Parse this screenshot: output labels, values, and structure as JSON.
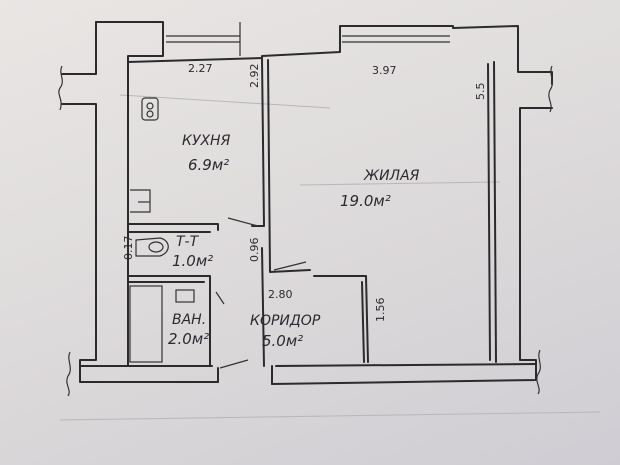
{
  "rooms": {
    "kitchen": {
      "name": "КУХНЯ",
      "area": "6.9м²"
    },
    "living": {
      "name": "ЖИЛАЯ",
      "area": "19.0м²"
    },
    "toilet": {
      "name": "Т-Т",
      "area": "1.0м²"
    },
    "bath": {
      "name": "ВАН.",
      "area": "2.0м²"
    },
    "corridor": {
      "name": "КОРИДОР",
      "area": "5.0м²"
    }
  },
  "dimensions": {
    "kitchen_width": "2.27",
    "living_width": "3.97",
    "kitchen_side": "2.92",
    "living_depth": "5.5",
    "door_side": "0.96",
    "corridor_width": "2.80",
    "corridor_right": "1.56",
    "toilet_side": "0.17"
  },
  "colors": {
    "paper": "#dcd9da",
    "ink": "#2b2b2e"
  }
}
